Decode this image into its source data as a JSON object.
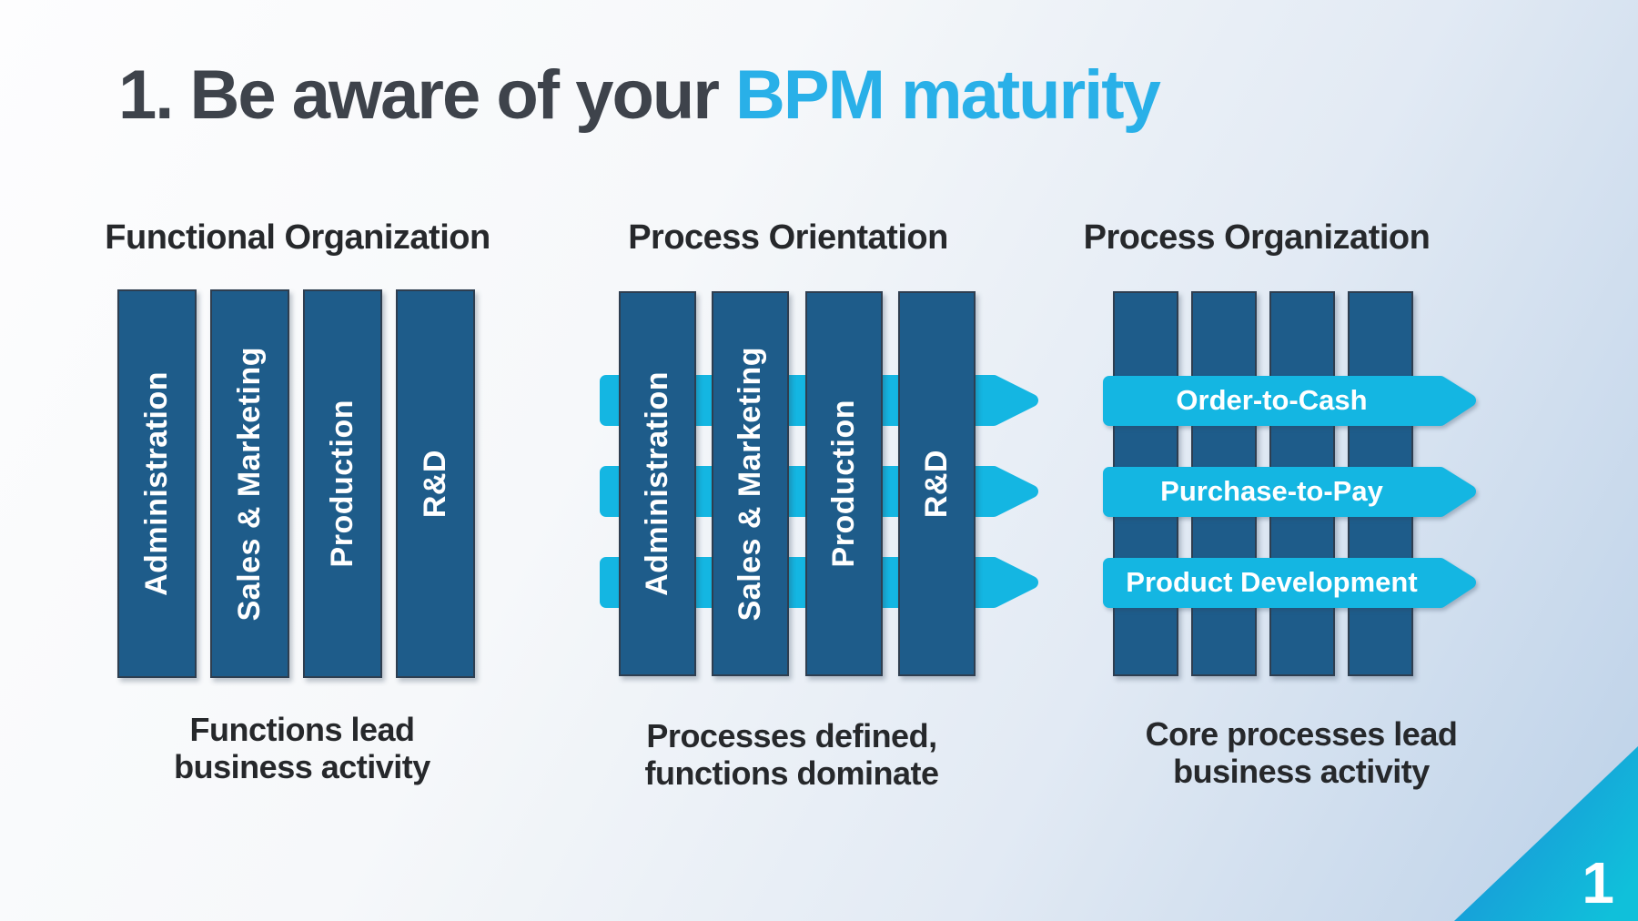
{
  "title": {
    "prefix": "1. Be aware of your ",
    "highlight": "BPM maturity"
  },
  "panels": [
    {
      "header": "Functional Organization",
      "bars": [
        "Administration",
        "Sales & Marketing",
        "Production",
        "R&D"
      ],
      "caption_line1": "Functions lead",
      "caption_line2": "business activity"
    },
    {
      "header": "Process Orientation",
      "bars": [
        "Administration",
        "Sales & Marketing",
        "Production",
        "R&D"
      ],
      "unlabeled_arrow_count": 3,
      "caption_line1": "Processes defined,",
      "caption_line2": "functions dominate"
    },
    {
      "header": "Process Organization",
      "bar_count": 4,
      "arrows": [
        "Order-to-Cash",
        "Purchase-to-Pay",
        "Product Development"
      ],
      "caption_line1": "Core processes lead",
      "caption_line2": "business activity"
    }
  ],
  "page_number": "1",
  "colors": {
    "bar_fill": "#1e5c8a",
    "bar_border": "#2e3e50",
    "arrow_cyan": "#14b6e2",
    "title_dark": "#3e434b",
    "title_cyan": "#29b0e8",
    "text_dark": "#26282b",
    "corner_gradient_start": "#1b8fd8",
    "corner_gradient_end": "#10c0da"
  }
}
